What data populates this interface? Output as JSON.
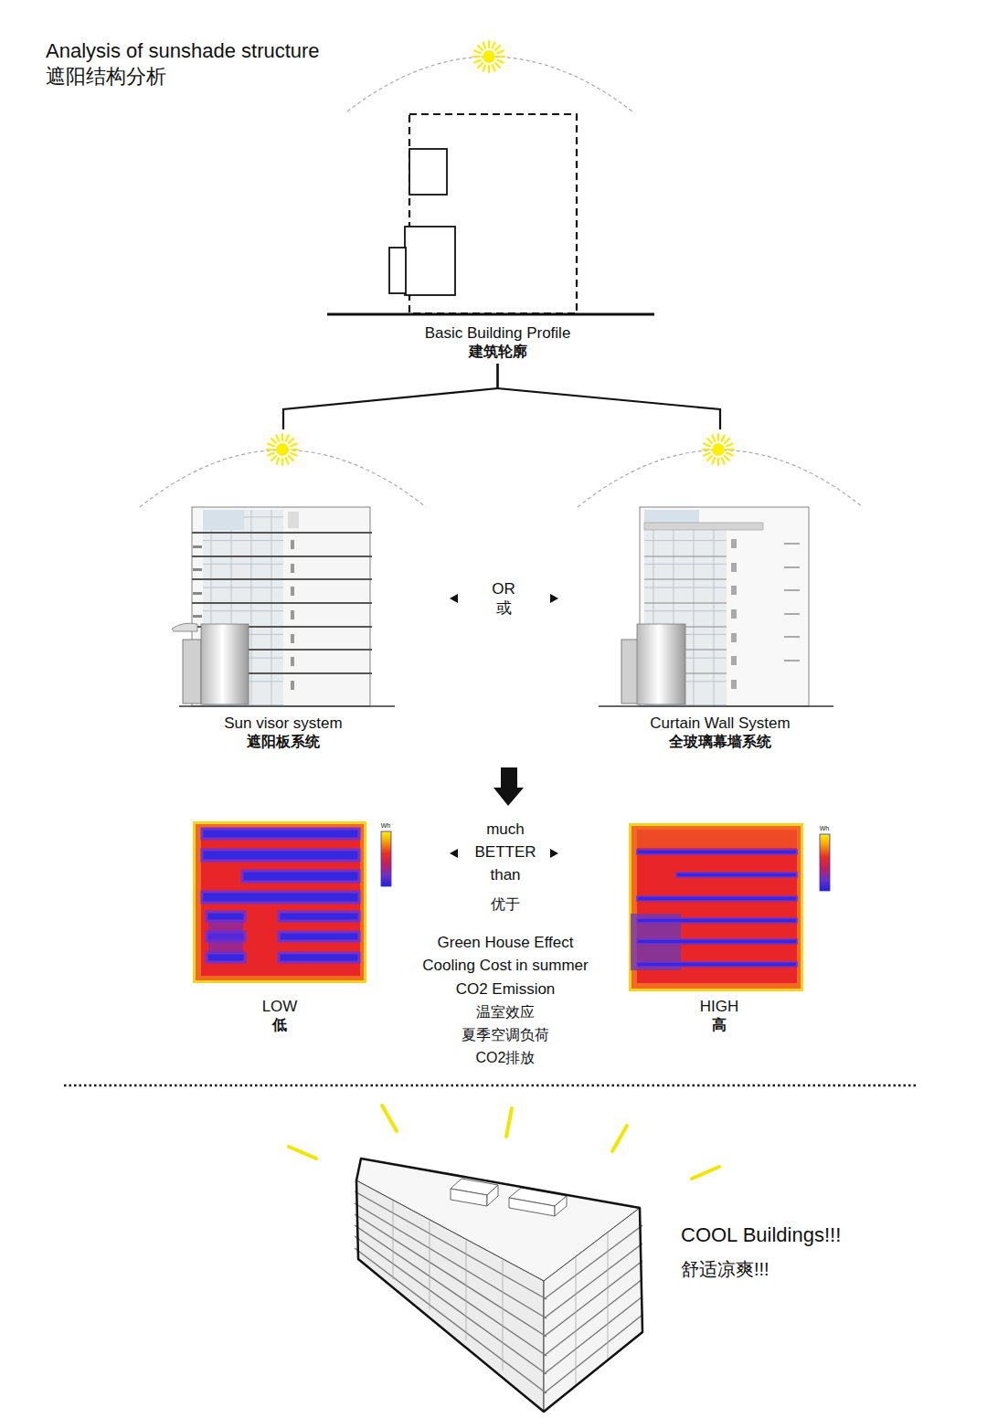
{
  "diagram": {
    "title": "Analysis of sunshade structure",
    "nodes": [
      {
        "text": [
          "Basic Building Profile",
          "建筑轮廓"
        ]
      },
      {
        "text": [
          "Sun visor system",
          "遮阳板系统"
        ]
      },
      {
        "text": [
          "Curtain Wall System",
          "全玻璃幕墙系统"
        ]
      },
      {
        "text": [
          "LOW",
          "低"
        ]
      },
      {
        "text": [
          "HIGH",
          "高"
        ]
      }
    ],
    "edges": [
      {
        "from": 0,
        "to": 1,
        "arrow": "none"
      },
      {
        "from": 0,
        "to": 2,
        "arrow": "none"
      }
    ],
    "labels": [
      "遮阳结构分析",
      "OR",
      "或",
      "Wh",
      "much BETTER than",
      "Wh",
      "优于",
      "Green House Effect",
      "Cooling Cost in summer",
      "CO2 Emission",
      "温室效应",
      "夏季空调负荷",
      "CO2排放",
      "COOL Buildings!!!",
      "舒适凉爽!!!"
    ]
  }
}
